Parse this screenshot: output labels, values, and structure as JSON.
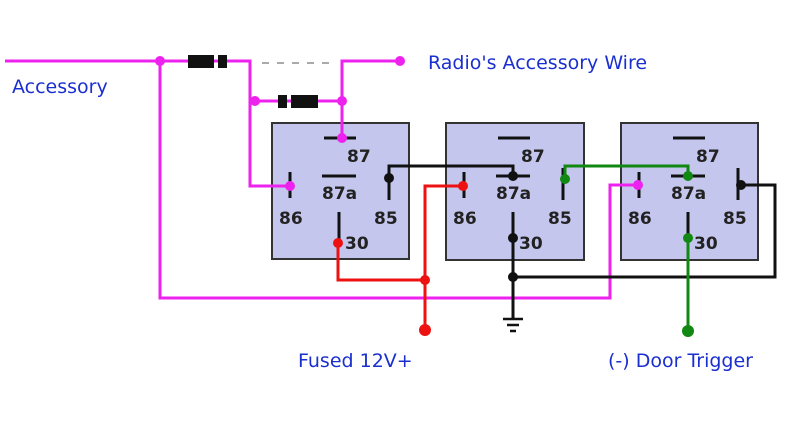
{
  "labels": {
    "accessory": "Accessory",
    "radio_accessory_wire": "Radio's Accessory Wire",
    "fused_12v": "Fused 12V+",
    "door_trigger": "(-) Door Trigger"
  },
  "relay_pins": {
    "p87": "87",
    "p87a": "87a",
    "p86": "86",
    "p85": "85",
    "p30": "30"
  },
  "colors": {
    "accessory_wire": "#ee22ee",
    "power_wire": "#ee1111",
    "ground_wire": "#111111",
    "trigger_wire": "#118811",
    "relay_body": "#c4c6ee",
    "label_text": "#1a2fd0"
  },
  "icons": [
    "fuse-icon",
    "ground-symbol-icon",
    "relay-icon"
  ]
}
